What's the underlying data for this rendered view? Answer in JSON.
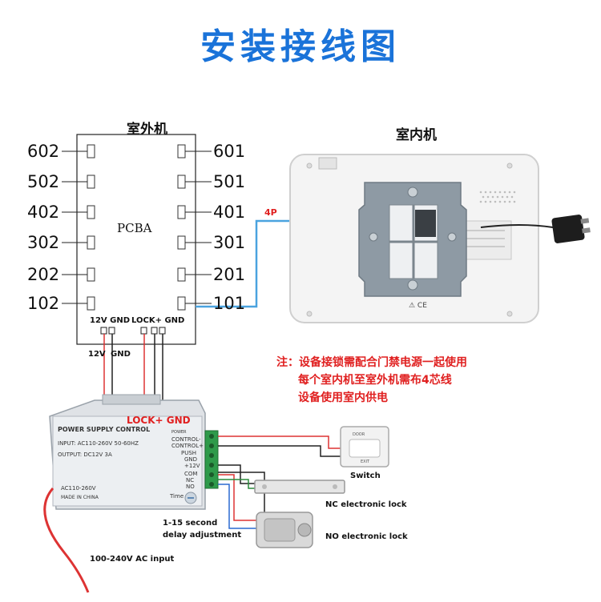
{
  "title": "安装接线图",
  "outdoor": {
    "header": "室外机",
    "board_label": "PCBA",
    "ports_left": [
      "602",
      "502",
      "402",
      "302",
      "202",
      "102"
    ],
    "ports_right": [
      "601",
      "501",
      "401",
      "301",
      "201",
      "101"
    ],
    "terminal_power": "12V  GND",
    "terminal_lock": "LOCK+  GND"
  },
  "indoor": {
    "header": "室内机"
  },
  "cable_label": "4P",
  "psu_wire_labels": {
    "v12": "12V",
    "gnd": "GND",
    "lock": "LOCK+",
    "lock_gnd": "GND"
  },
  "notes": [
    "注：设备接锁需配合门禁电源一起使用",
    "每个室内机至室外机需布4芯线",
    "设备使用室内供电"
  ],
  "psu": {
    "heading": "POWER SUPPLY CONTROL",
    "input": "INPUT: AC110-260V 50-60HZ",
    "output": "OUTPUT: DC12V  3A",
    "ac_label": "AC110-260V",
    "made_in": "MADE IN CHINA",
    "time_label": "Time",
    "terminals": [
      "POWER",
      "CONTROL-",
      "CONTROL+",
      "PUSH",
      "GND",
      "+12V",
      "COM",
      "NC",
      "NO"
    ]
  },
  "devices": {
    "switch": "Switch",
    "exit_top": "DOOR",
    "exit_bottom": "EXIT",
    "nc_lock": "NC electronic lock",
    "no_lock": "NO electronic lock",
    "delay": [
      "1-15 second",
      "delay adjustment"
    ],
    "ac_input": "100-240V AC input"
  },
  "colors": {
    "title": "#1a73d9",
    "note": "#e02020",
    "cable": "#4aa3df"
  }
}
